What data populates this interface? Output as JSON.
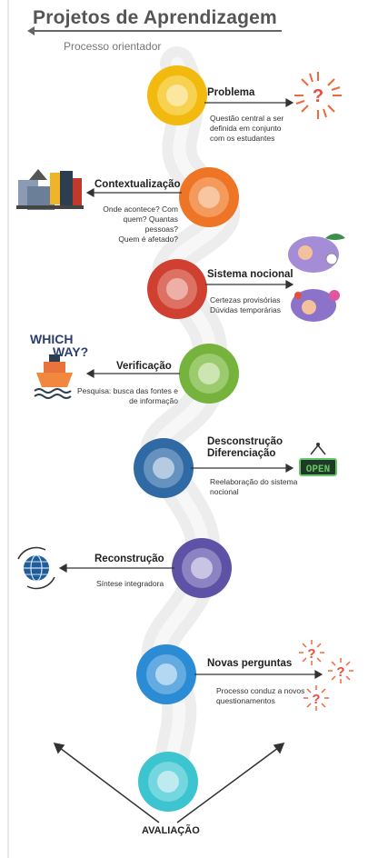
{
  "title": "Projetos de Aprendizagem",
  "subtitle": "Processo orientador",
  "steps": [
    {
      "heading": "Problema",
      "desc": [
        "Questão central a ser",
        "definida em conjunto",
        "com os estudantes"
      ]
    },
    {
      "heading": "Contextualização",
      "desc": [
        "Onde acontece? Com",
        "quem? Quantas pessoas?",
        "Quem é afetado?"
      ]
    },
    {
      "heading": "Sistema nocional",
      "desc": [
        "Certezas provisórias",
        "Dúvidas temporárias"
      ]
    },
    {
      "heading": "Verificação",
      "desc": [
        "Pesquisa: busca das fontes e",
        "de informação"
      ]
    },
    {
      "heading_lines": [
        "Desconstrução",
        "Diferenciação"
      ],
      "desc": [
        "Reelaboração do sistema",
        "nocional"
      ]
    },
    {
      "heading": "Reconstrução",
      "desc": [
        "Síntese integradora"
      ]
    },
    {
      "heading": "Novas perguntas",
      "desc": [
        "Processo conduz a novos",
        "questionamentos"
      ]
    }
  ],
  "final_label": "AVALIAÇÃO",
  "icons": {
    "which_way": [
      "WHICH",
      "WAY?"
    ],
    "open_sign": "OPEN",
    "question_mark": "?"
  },
  "colors": {
    "yellow": "#f2b90f",
    "orange": "#ee7426",
    "red": "#cf4030",
    "green": "#76b33d",
    "blue_dark": "#2f6aa4",
    "purple": "#5e52a6",
    "blue": "#2b8bd4",
    "teal": "#3cc4cf"
  }
}
